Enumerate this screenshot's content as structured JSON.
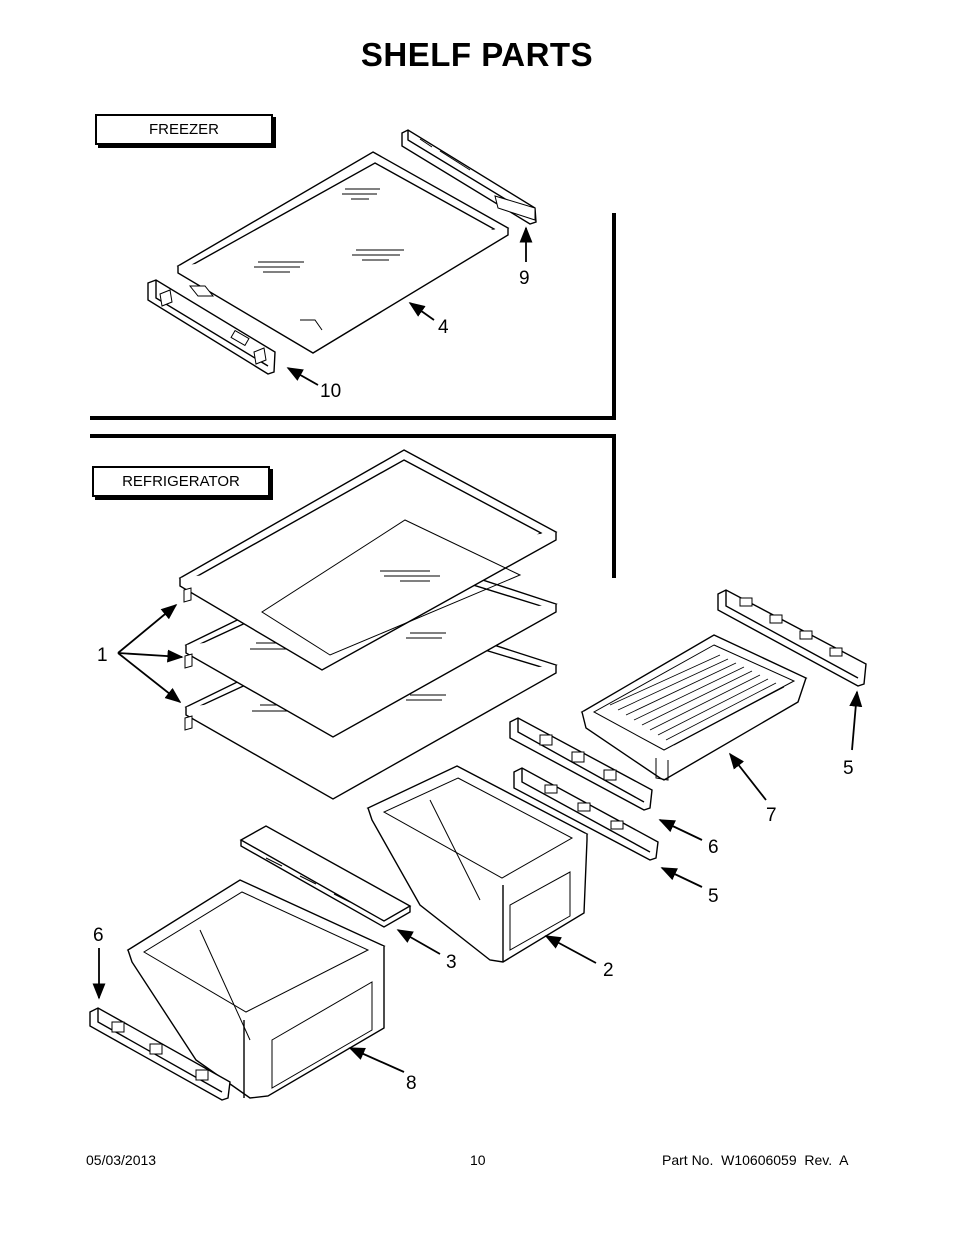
{
  "title": "SHELF PARTS",
  "sections": {
    "freezer": "FREEZER",
    "refrigerator": "REFRIGERATOR"
  },
  "callouts": {
    "c9": "9",
    "c4": "4",
    "c10": "10",
    "c1": "1",
    "c5_top": "5",
    "c7": "7",
    "c6_right": "6",
    "c5_mid": "5",
    "c6_left": "6",
    "c3": "3",
    "c2": "2",
    "c8": "8"
  },
  "footer": {
    "date": "05/03/2013",
    "page": "10",
    "part": "Part No.  W10606059  Rev.  A"
  }
}
